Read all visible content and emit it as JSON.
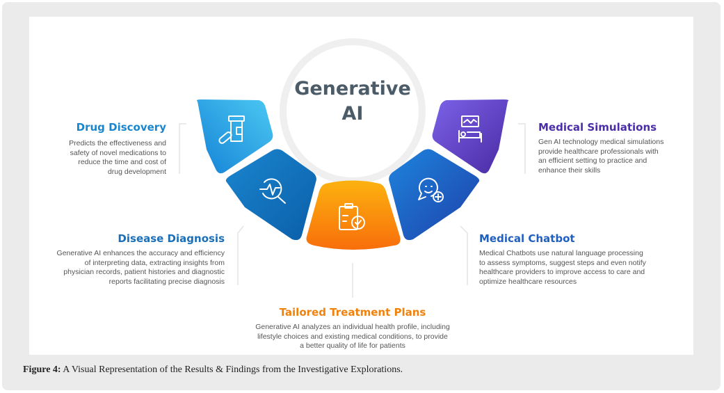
{
  "center": {
    "line1": "Generative",
    "line2": "AI"
  },
  "items": [
    {
      "title": "Drug Discovery",
      "desc": [
        "Predicts the effectiveness and",
        "safety of novel medications to",
        "reduce the time and cost of",
        "drug development"
      ],
      "color": "#1a8fd8",
      "icon": "pill-bottle-icon"
    },
    {
      "title": "Disease Diagnosis",
      "desc": [
        "Generative AI enhances  the accuracy and efficiency",
        "of interpreting data, extracting insights from",
        "physician records, patient histories and diagnostic",
        "reports facilitating precise diagnosis"
      ],
      "color": "#1a6fb8",
      "icon": "diagnosis-magnifier-icon"
    },
    {
      "title": "Tailored Treatment Plans",
      "desc": [
        "Generative AI analyzes an individual health profile, including",
        "lifestyle choices and existing medical conditions, to provide",
        "a better quality of life for patients"
      ],
      "color": "#f28a0c",
      "icon": "clipboard-check-icon"
    },
    {
      "title": "Medical Chatbot",
      "desc": [
        "Medical Chatbots  use natural language processing",
        "to assess symptoms, suggest steps and even notify",
        "healthcare providers to improve access to care and",
        "optimize healthcare resources"
      ],
      "color": "#1f5fbf",
      "icon": "chat-plus-icon"
    },
    {
      "title": "Medical Simulations",
      "desc": [
        "Gen AI technology medical simulations",
        "provide healthcare professionals with",
        "an efficient setting to practice and",
        "enhance their skills"
      ],
      "color": "#4b2ea8",
      "icon": "monitor-bed-icon"
    }
  ],
  "caption": {
    "label": "Figure 4:",
    "text": " A Visual Representation of the Results & Findings from the Investigative Explorations."
  }
}
